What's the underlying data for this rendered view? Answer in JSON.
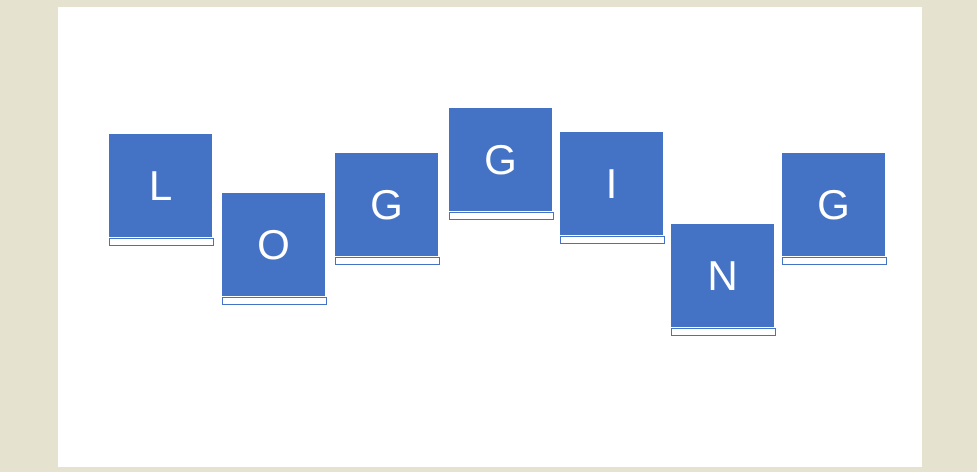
{
  "tile_color": "#4472c4",
  "background_color": "#e5e2cf",
  "slide_color": "#ffffff",
  "word": "LOGGING",
  "tiles": [
    {
      "letter": "L"
    },
    {
      "letter": "O"
    },
    {
      "letter": "G"
    },
    {
      "letter": "G"
    },
    {
      "letter": "I"
    },
    {
      "letter": "N"
    },
    {
      "letter": "G"
    }
  ]
}
